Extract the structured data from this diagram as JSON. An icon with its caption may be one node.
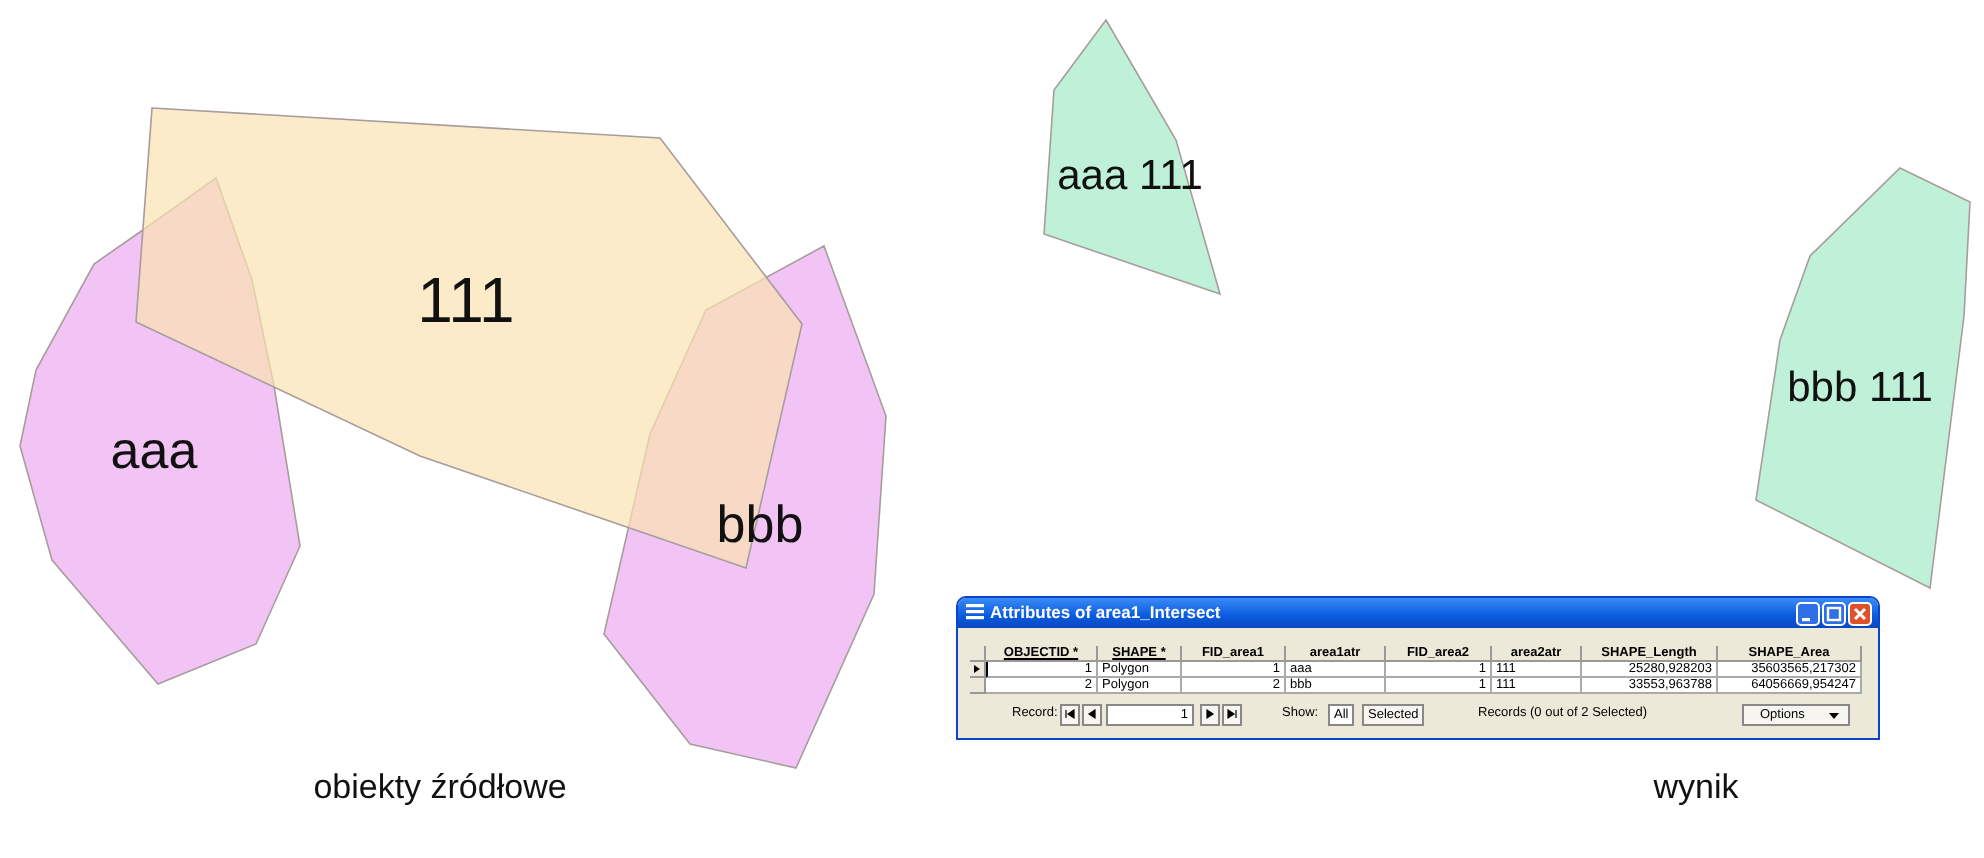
{
  "diagram": {
    "nodes": [
      {
        "text": [
          "111"
        ]
      },
      {
        "text": [
          "aaa"
        ]
      },
      {
        "text": [
          "bbb"
        ]
      },
      {
        "text": [
          "aaa 111"
        ]
      },
      {
        "text": [
          "bbb 111"
        ]
      }
    ],
    "labels": [
      "Attributes of area1_Intersect",
      "OBJECTID *",
      "SHAPE *",
      "FID_area1",
      "area1atr",
      "FID_area2",
      "area2atr",
      "SHAPE_Length",
      "SHAPE_Area",
      "1",
      "Polygon",
      "1",
      "aaa",
      "1",
      "111",
      "25280,928203",
      "35603565,217302",
      "2",
      "Polygon",
      "2",
      "bbb",
      "1",
      "111",
      "33553,963788",
      "64056669,954247",
      "Record:",
      "1",
      "Show:",
      "All",
      "Selected",
      "Records (0 out of 2 Selected)",
      "Options",
      "obiekty źródłowe",
      "wynik"
    ]
  }
}
